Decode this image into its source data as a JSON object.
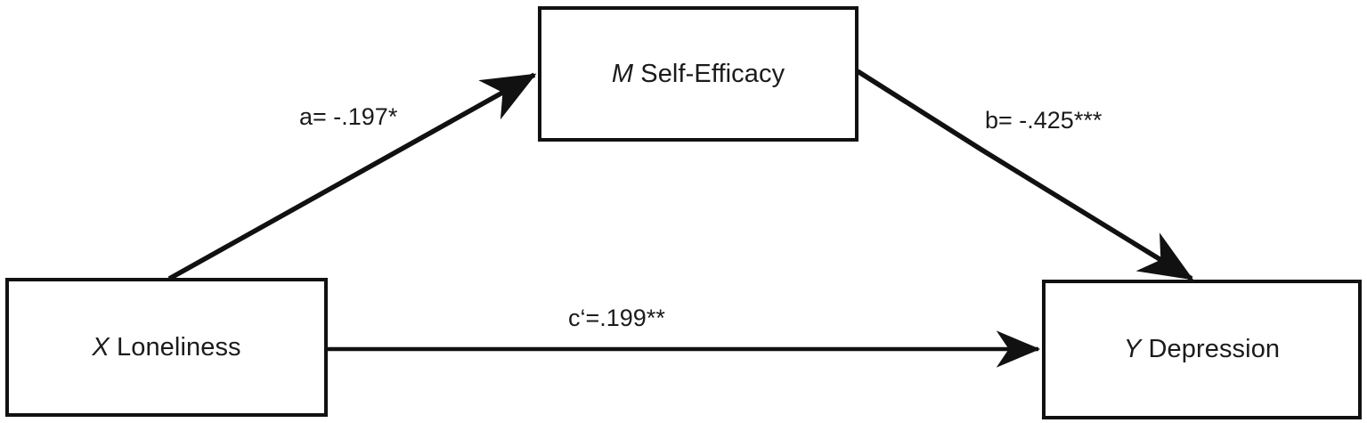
{
  "diagram": {
    "type": "mediation-path-model",
    "nodes": [
      {
        "id": "x",
        "role": "predictor",
        "symbol": "X",
        "name": "Loneliness",
        "label": "X Loneliness"
      },
      {
        "id": "m",
        "role": "mediator",
        "symbol": "M",
        "name": "Self-Efficacy",
        "label": "M Self-Efficacy"
      },
      {
        "id": "y",
        "role": "outcome",
        "symbol": "Y",
        "name": "Depression",
        "label": "Y Depression"
      }
    ],
    "paths": [
      {
        "id": "a",
        "from": "x",
        "to": "m",
        "label": "a= -.197*",
        "coefficient": -0.197,
        "significance": "*"
      },
      {
        "id": "b",
        "from": "m",
        "to": "y",
        "label": "b= -.425***",
        "coefficient": -0.425,
        "significance": "***"
      },
      {
        "id": "c-prime",
        "from": "x",
        "to": "y",
        "label": "c‘=.199**",
        "coefficient": 0.199,
        "significance": "**"
      }
    ],
    "style": {
      "line_color": "#111111",
      "box_border_color": "#111111",
      "background": "#ffffff",
      "text_color": "#1b1b1b"
    }
  }
}
